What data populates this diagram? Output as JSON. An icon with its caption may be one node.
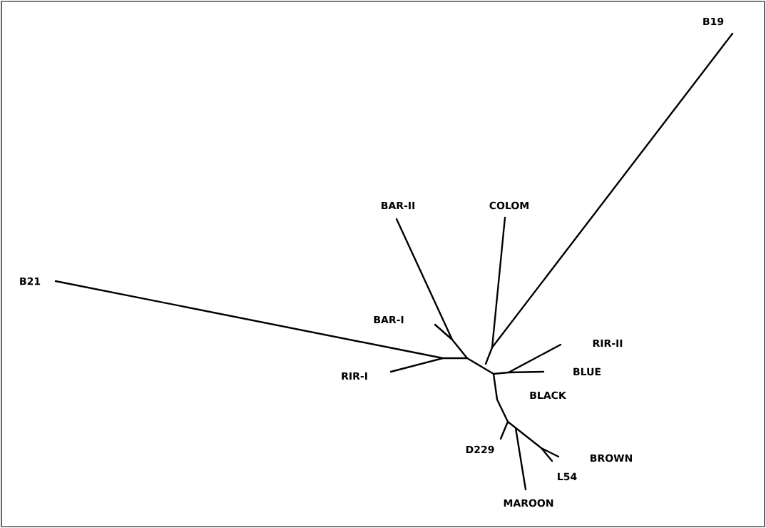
{
  "diagram": {
    "labels": [
      "B19",
      "BAR-II",
      "COLOM",
      "B21",
      "BAR-I",
      "RIR-II",
      "RIR-I",
      "BLUE",
      "BLACK",
      "D229",
      "BROWN",
      "L54",
      "MAROON"
    ]
  }
}
